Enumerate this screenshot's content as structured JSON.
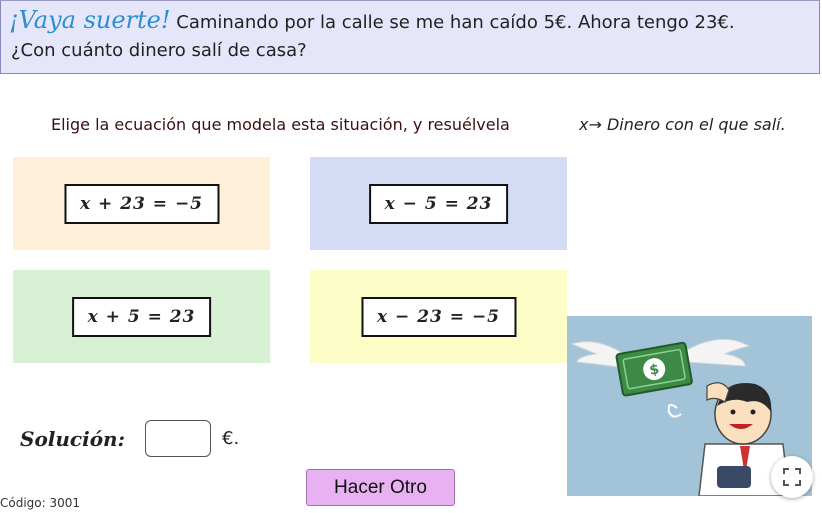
{
  "header": {
    "exclaim": "¡Vaya suerte!",
    "statement": " Caminando por la calle se me han caído 5€. Ahora tengo 23€.",
    "question": "¿Con cuánto dinero salí de casa?"
  },
  "instruction": "Elige la ecuación que modela esta situación, y resuélvela",
  "legend": "x→ Dinero con el que salí.",
  "options": [
    {
      "equation": "x + 23 = −5",
      "color": "#fdefd8"
    },
    {
      "equation": "x − 5 = 23",
      "color": "#d4dcf5"
    },
    {
      "equation": "x + 5 = 23",
      "color": "#d8f0d4"
    },
    {
      "equation": "x − 23 = −5",
      "color": "#fdfdc8"
    }
  ],
  "solution": {
    "label": "Solución:",
    "value": "",
    "unit": "€."
  },
  "button_label": "Hacer Otro",
  "code": "Código: 3001",
  "illustration": {
    "bill_symbol": "$",
    "background": "#a3c4d8"
  },
  "icons": {
    "fullscreen": "fullscreen-icon"
  }
}
